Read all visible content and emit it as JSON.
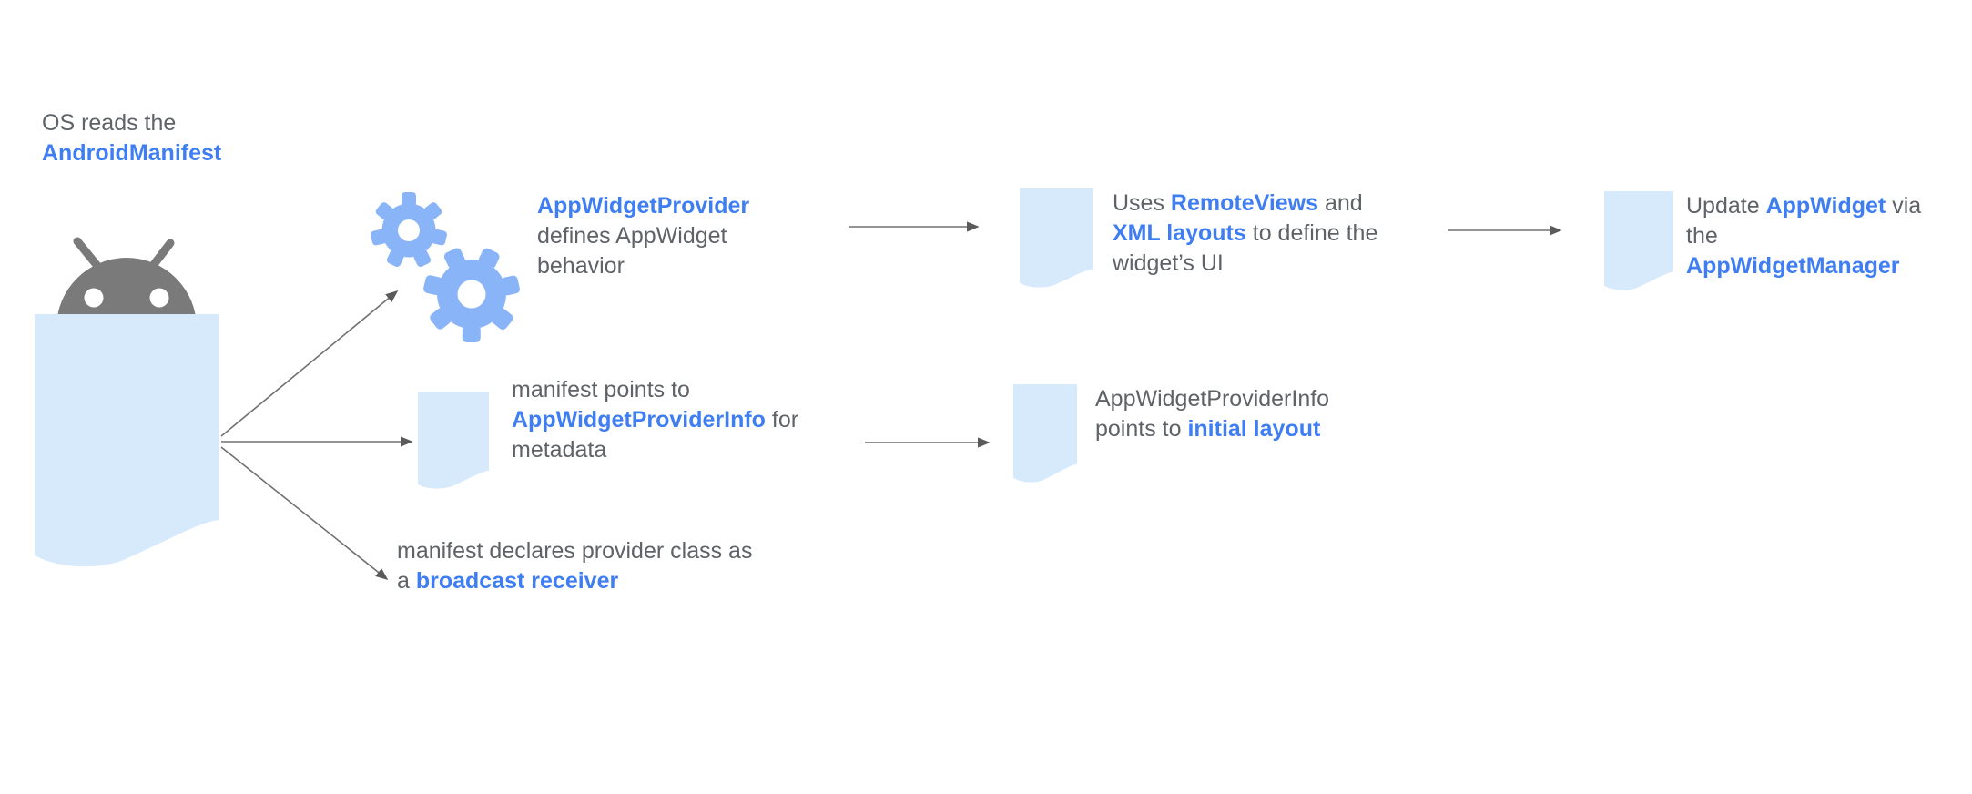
{
  "colors": {
    "link_blue": "#3f7ef2",
    "text_gray": "#5f6368",
    "doc_blue": "#d7eafc",
    "gear_blue": "#8ab4f8",
    "robot_gray": "#7a7a7a",
    "arrow_gray": "#707070",
    "arrowhead_gray": "#5a5a5a"
  },
  "labels": {
    "os": {
      "l1": "OS reads the",
      "l2": "AndroidManifest"
    },
    "provider": {
      "l1": "AppWidgetProvider",
      "l2": "defines AppWidget",
      "l3": "behavior"
    },
    "remoteviews": {
      "l1a": "Uses ",
      "l1b": "RemoteViews",
      "l1c": " and",
      "l2a": "XML layouts",
      "l2b": " to define the",
      "l3": "widget’s UI"
    },
    "update": {
      "l1a": "Update ",
      "l1b": "AppWidget",
      "l1c": " via",
      "l2": "the",
      "l3": "AppWidgetManager"
    },
    "metadata": {
      "l1": "manifest points to",
      "l2a": "AppWidgetProviderInfo",
      "l2b": " for",
      "l3": "metadata"
    },
    "initial_layout": {
      "l1": "AppWidgetProviderInfo",
      "l2a": "points to ",
      "l2b": "initial layout"
    },
    "broadcast": {
      "l1": "manifest declares provider class as",
      "l2a": "a ",
      "l2b": "broadcast receiver"
    }
  },
  "icons": {
    "android_robot": "android-robot-head",
    "manifest_document": "large-document-sheet",
    "gears": "two-gears",
    "document": "document-sheet",
    "arrows": "connector-arrows"
  }
}
